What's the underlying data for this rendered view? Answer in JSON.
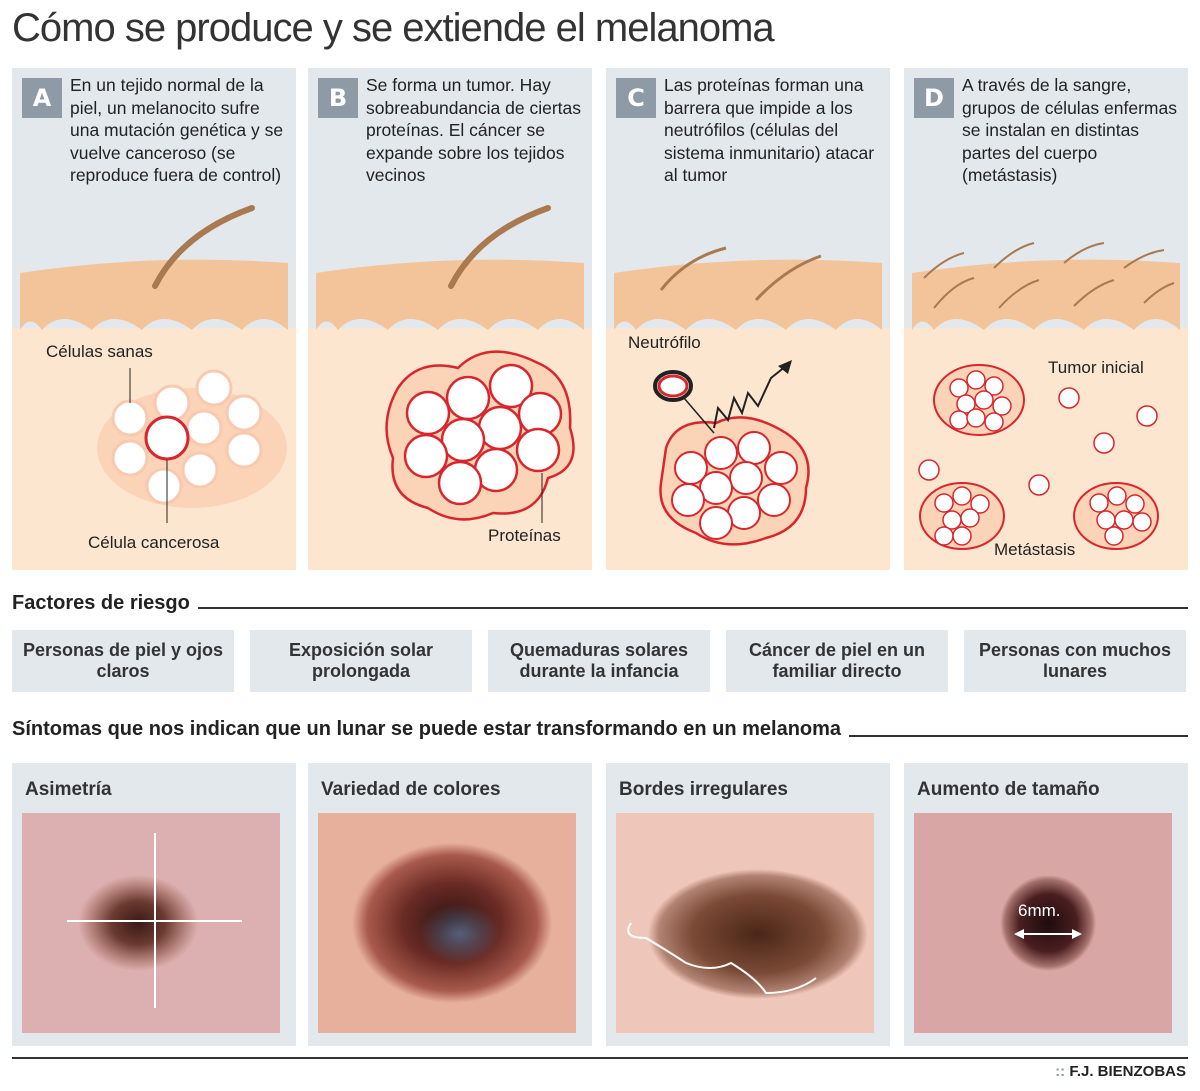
{
  "title": "Cómo se produce y se extiende el melanoma",
  "stages": [
    {
      "letter": "A",
      "text": "En un tejido normal de la piel, un melanocito sufre una mutación genética y se vuelve canceroso (se reproduce fuera de control)",
      "labels": [
        "Células sanas",
        "Célula cancerosa"
      ]
    },
    {
      "letter": "B",
      "text": "Se forma un tumor. Hay sobreabundancia de ciertas proteínas. El cáncer se expande sobre los tejidos vecinos",
      "labels": [
        "Proteínas"
      ]
    },
    {
      "letter": "C",
      "text": "Las proteínas forman una barrera que impide a los neutrófilos (células del sistema inmunitario) atacar al tumor",
      "labels": [
        "Neutrófilo"
      ]
    },
    {
      "letter": "D",
      "text": "A través de la sangre, grupos de células enfermas se instalan en distintas partes del cuerpo (metástasis)",
      "labels": [
        "Tumor inicial",
        "Metástasis"
      ]
    }
  ],
  "risk": {
    "title": "Factores de riesgo",
    "items": [
      "Personas de piel y ojos claros",
      "Exposición solar prolongada",
      "Quemaduras solares durante la infancia",
      "Cáncer de piel en un familiar directo",
      "Personas con muchos lunares"
    ]
  },
  "symptoms": {
    "title": "Síntomas que nos indican que un lunar se puede estar transformando en un melanoma",
    "items": [
      "Asimetría",
      "Variedad de colores",
      "Bordes irregulares",
      "Aumento de tamaño"
    ],
    "size_label": "6mm."
  },
  "credit": "F.J. BIENZOBAS",
  "colors": {
    "panel": "#e3e8ed",
    "skin_top": "#f3c49a",
    "skin_deep": "#fbe3cc",
    "cell_red": "#d9262c",
    "badge": "#8e9aa5"
  }
}
